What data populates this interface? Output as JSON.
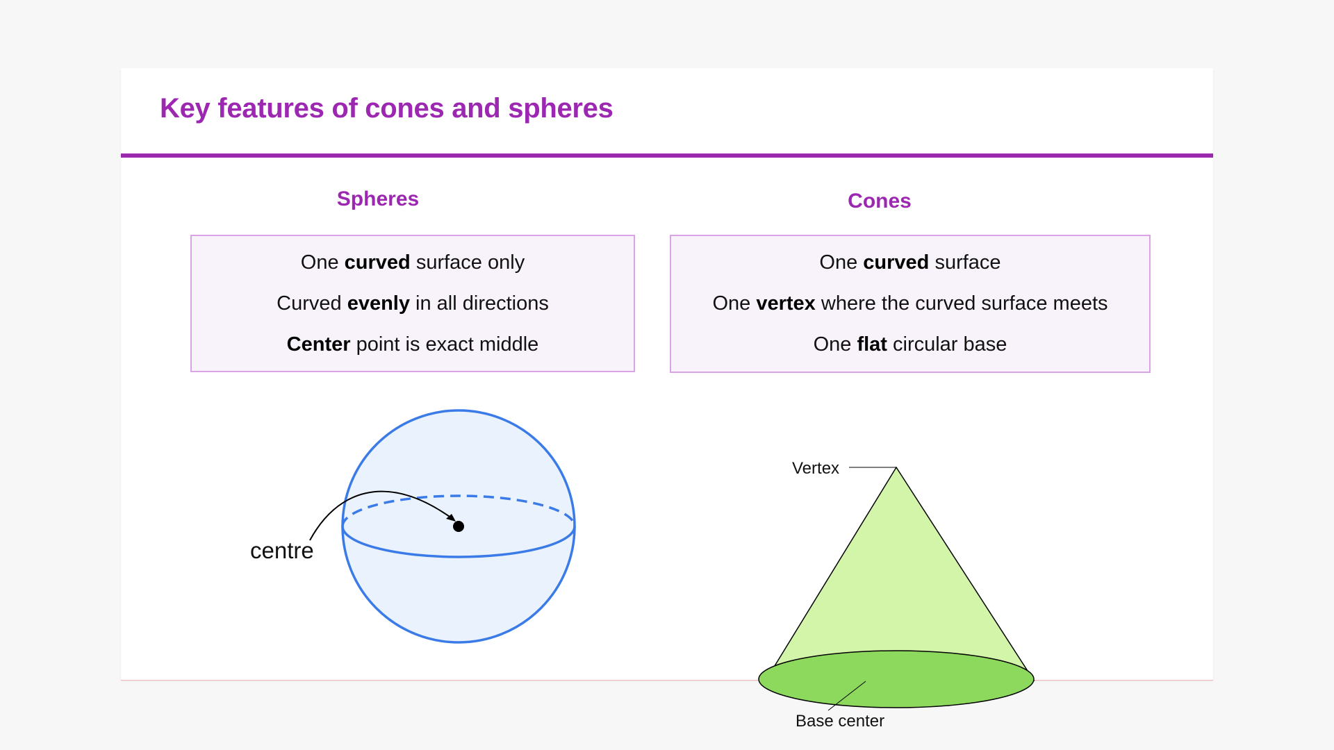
{
  "title": "Key features of cones and spheres",
  "spheres": {
    "heading": "Spheres",
    "features": [
      {
        "before": "One ",
        "bold": "curved",
        "after": " surface only"
      },
      {
        "before": "Curved ",
        "bold": "evenly",
        "after": " in all directions"
      },
      {
        "before": "",
        "bold": "Center",
        "after": " point is exact middle"
      }
    ],
    "label_centre": "centre"
  },
  "cones": {
    "heading": "Cones",
    "features": [
      {
        "before": "One ",
        "bold": "curved",
        "after": " surface"
      },
      {
        "before": "One ",
        "bold": "vertex",
        "after": " where the curved surface meets"
      },
      {
        "before": "One ",
        "bold": "flat",
        "after": " circular base"
      }
    ],
    "label_vertex": "Vertex",
    "label_base_center": "Base center"
  },
  "colors": {
    "accent": "#9c27b0",
    "box_fill": "#f8f3fa",
    "box_border": "#d9a3e6",
    "sphere_stroke": "#3b7be8",
    "sphere_fill": "#eaf2fd",
    "cone_body": "#d3f5a9",
    "cone_base": "#8cd95e"
  }
}
